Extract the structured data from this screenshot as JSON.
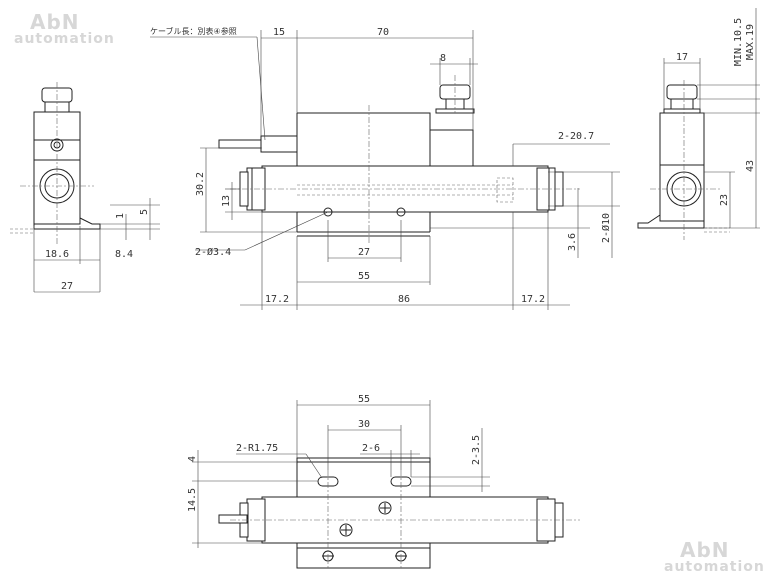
{
  "watermark": {
    "brand": "AbN",
    "subtitle": "automation"
  },
  "cable_note": "ケーブル長：別表④参照",
  "front": {
    "d15": "15",
    "d70": "70",
    "d8": "8",
    "d2_20_7": "2-20.7",
    "d30_2": "30.2",
    "d13": "13",
    "d2_phi3_4": "2-Ø3.4",
    "d27": "27",
    "d55": "55",
    "d17_2_left": "17.2",
    "d86": "86",
    "d17_2_right": "17.2",
    "d3_6": "3.6",
    "d2_phi10": "2-Ø10"
  },
  "left_view": {
    "d1": "1",
    "d5": "5",
    "d18_6": "18.6",
    "d8_4": "8.4",
    "d27": "27"
  },
  "right_view": {
    "d17": "17",
    "min": "MIN.10.5",
    "max": "MAX.19",
    "d43": "43",
    "d23": "23"
  },
  "bottom_view": {
    "d55": "55",
    "d30": "30",
    "d2_6": "2-6",
    "d2_r1_75": "2-R1.75",
    "d2_3_5": "2-3.5",
    "d4": "4",
    "d14_5": "14.5"
  }
}
